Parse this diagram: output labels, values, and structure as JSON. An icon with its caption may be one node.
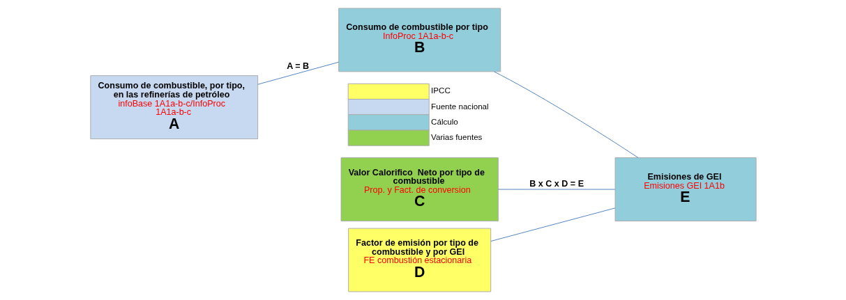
{
  "diagram": {
    "nodes": [
      {
        "text": [
          "Consumo de combustible, por tipo, en las refinerías de petróleo",
          "infoBase 1A1a-b-c/InfoProc 1A1a-b-c",
          "A"
        ]
      },
      {
        "text": [
          "Consumo de combustible por tipo",
          "InfoProc 1A1a-b-c",
          "B"
        ]
      },
      {
        "text": [
          "Valor Calorifico  Neto por tipo de combustible",
          "Prop. y Fact. de conversion",
          "C"
        ]
      },
      {
        "text": [
          "Factor de emisión por tipo de combustible y por GEI",
          "FE combustión estacionaria",
          "D"
        ]
      },
      {
        "text": [
          "Emisiones de GEI",
          "Emisiones GEI 1A1b",
          "E"
        ]
      }
    ],
    "edges": [
      {
        "from": 0,
        "to": 1,
        "arrow": "none",
        "label": "A = B"
      },
      {
        "from": 1,
        "to": 4,
        "arrow": "none"
      },
      {
        "from": 2,
        "to": 4,
        "arrow": "none",
        "label": "B x C x D = E"
      },
      {
        "from": 3,
        "to": 4,
        "arrow": "none"
      }
    ],
    "legend": [
      {
        "text": "IPCC",
        "color": "#ffff66"
      },
      {
        "text": "Fuente nacional",
        "color": "#c6d9f1"
      },
      {
        "text": "Cálculo",
        "color": "#92cddc"
      },
      {
        "text": "Varias fuentes",
        "color": "#92d050"
      }
    ]
  }
}
